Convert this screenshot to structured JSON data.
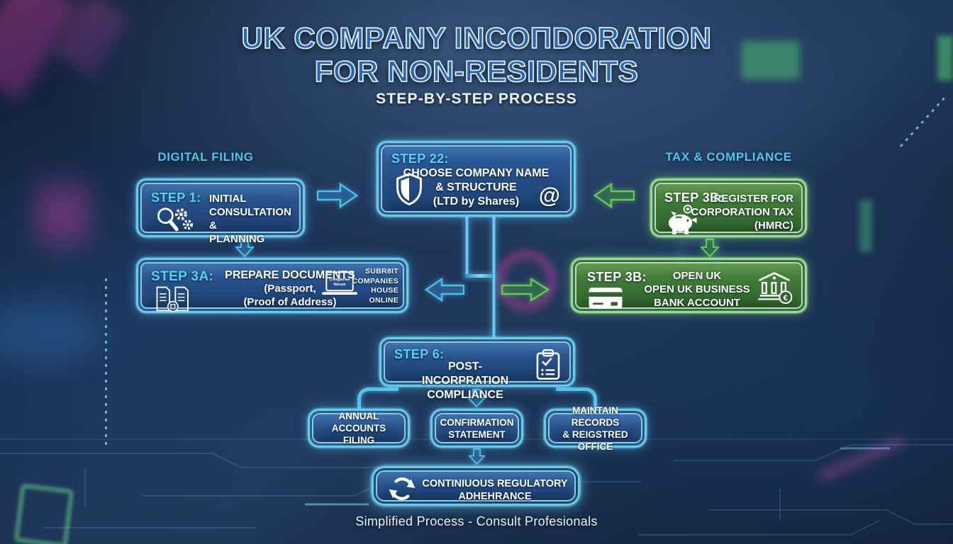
{
  "title": {
    "line1": "UK COMPANY INCOΠDORATION",
    "line2": "FOR NON-RESIDENTS",
    "subtitle": "STEP-BY-STEP PROCESS"
  },
  "labels": {
    "digital_filing": "DIGITAL FILING",
    "tax_compliance": "TAX & COMPLIANCE"
  },
  "steps": {
    "step1": {
      "label": "STEP 1:",
      "lines": [
        "INITIAL",
        "CONSULTATION &",
        "PLANNING"
      ],
      "icon": "magnifier-gears-icon"
    },
    "step2": {
      "label": "STEP 22:",
      "lines": [
        "CHOOSE COMPANY NAME",
        "& STRUCTURE",
        "(LTD by Shares)"
      ],
      "icon": "shield-icon",
      "at_symbol": "@"
    },
    "step3b_tax": {
      "label": "STEP 3B:",
      "lines": [
        "REGISTER FOR",
        "CORPORATION TAX",
        "(HMRC)"
      ],
      "icon": "piggy-bank-icon"
    },
    "step3a": {
      "label": "STEP 3A:",
      "lines": [
        "PREPARE DOCUMENTS",
        "(Passport,",
        "(Proof of Address)"
      ],
      "icon": "documents-icon",
      "laptop_screen_lines": [
        "Congaeiee",
        "Necee"
      ],
      "submit_lines": [
        "SUBR8IT",
        "COMPANIES",
        "HOUSE",
        "ONLINE"
      ]
    },
    "step3b_bank": {
      "label": "STEP 3B:",
      "lines": [
        "OPEN UK",
        "OPEN UK BUSINESS",
        "BANK ACCOUNT"
      ],
      "icon_left": "credit-card-icon",
      "icon_right": "bank-building-icon",
      "euro_symbol": "€"
    },
    "step6": {
      "label": "STEP 6:",
      "lines": [
        "POST-INCORPRATION",
        "COMPLIANCE"
      ],
      "icon": "clipboard-check-icon"
    }
  },
  "sub_boxes": {
    "annual": {
      "lines": [
        "ANNUAL ACCOUNTS",
        "FILING"
      ]
    },
    "confirmation": {
      "lines": [
        "CONFIRMATION",
        "STATEMENT"
      ]
    },
    "records": {
      "lines": [
        "MAINTAIN RECORDS",
        "& REIGSTRED OFFICE"
      ]
    }
  },
  "bottom_box": {
    "lines": [
      "CONTINIUOUS REGULATORY",
      "ADHEHRANCE"
    ],
    "icon": "refresh-arrows-icon"
  },
  "footer": {
    "text": "Simplified Process - Consult Profesionals"
  },
  "colors": {
    "background_navy": "#16253f",
    "accent_cyan": "#4fc6ee",
    "box_border_cyan": "#5ecdf4",
    "box_fill_blue": "#27508a",
    "green_border": "#94e07c",
    "green_fill": "#3c7836",
    "title_blue": "#2a66b0",
    "text_white": "#ffffff"
  }
}
